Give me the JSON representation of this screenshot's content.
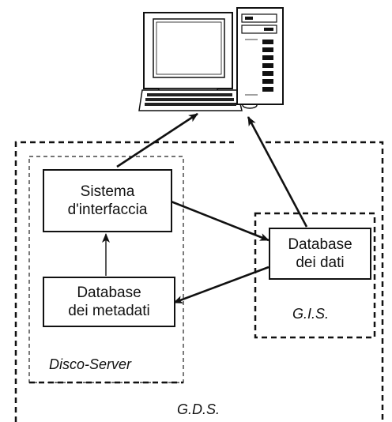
{
  "diagram": {
    "nodes": {
      "sistema": {
        "lines": [
          "Sistema",
          "d'interfaccia"
        ]
      },
      "db_metadati": {
        "lines": [
          "Database",
          "dei metadati"
        ]
      },
      "db_dati": {
        "lines": [
          "Database",
          "dei dati"
        ]
      },
      "workstation": {
        "icon": "computer-workstation-icon"
      }
    },
    "groups": {
      "gds": {
        "label": "G.D.S."
      },
      "gis": {
        "label": "G.I.S."
      },
      "disco_server": {
        "label": "Disco-Server"
      }
    },
    "edges": [
      {
        "from": "sistema",
        "to": "workstation"
      },
      {
        "from": "db_dati",
        "to": "workstation"
      },
      {
        "from": "sistema",
        "to": "db_dati"
      },
      {
        "from": "db_dati",
        "to": "db_metadati"
      },
      {
        "from": "db_metadati",
        "to": "sistema"
      }
    ]
  }
}
